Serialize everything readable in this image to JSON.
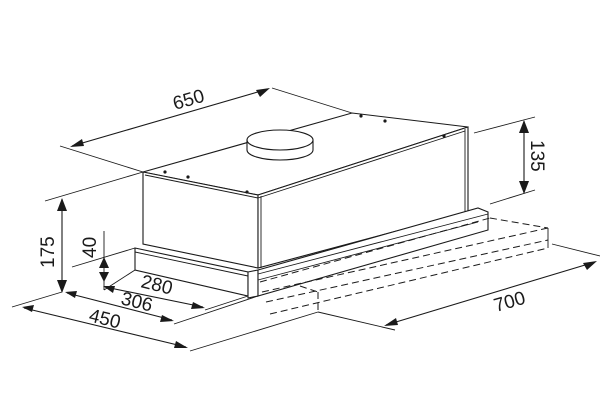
{
  "diagram": {
    "type": "technical-dimension-drawing",
    "subject": "telescopic cooker hood",
    "units": "mm",
    "line_color": "#1a1a1a",
    "background": "#ffffff"
  },
  "dimensions": {
    "width": "650",
    "height_total": "175",
    "height_body": "135",
    "front_panel_height": "40",
    "depth_280": "280",
    "depth_306": "306",
    "depth_450": "450",
    "depth_extended": "700"
  }
}
